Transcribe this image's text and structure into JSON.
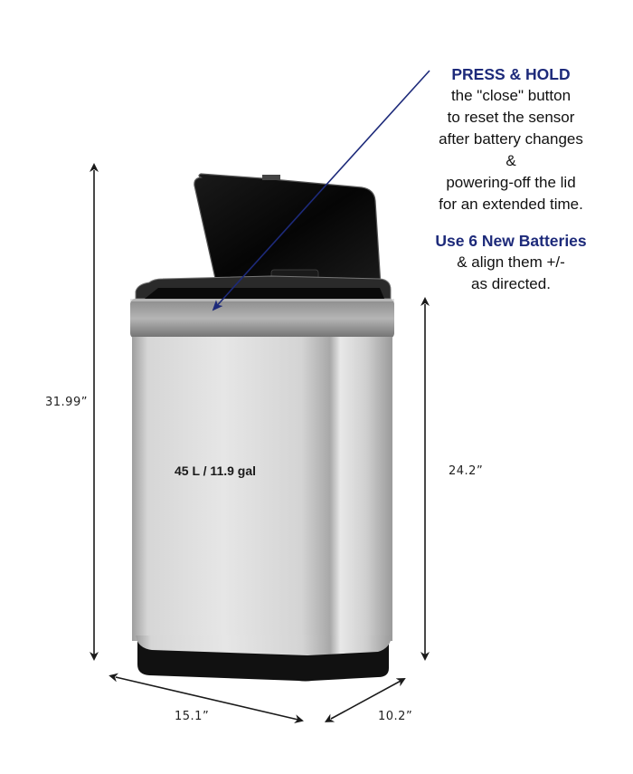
{
  "product": {
    "capacity_label": "45 L / 11.9 gal"
  },
  "dimensions": {
    "total_height": "31.99”",
    "body_height": "24.2”",
    "width": "15.1”",
    "depth": "10.2”"
  },
  "callout": {
    "heading": "PRESS & HOLD",
    "lines": [
      "the \"close\" button",
      "to reset the sensor",
      "after battery changes",
      "&",
      "powering-off the lid",
      "for an extended time."
    ],
    "heading2": "Use 6 New Batteries",
    "lines2": [
      "& align them +/-",
      "as directed."
    ]
  },
  "colors": {
    "callout_heading": "#1d2a7a",
    "pointer_line": "#1d2a7a",
    "dimension_arrows": "#1a1a1a",
    "stainless": "#c9c9c9",
    "lid": "#0c0c0c",
    "base": "#111111"
  }
}
